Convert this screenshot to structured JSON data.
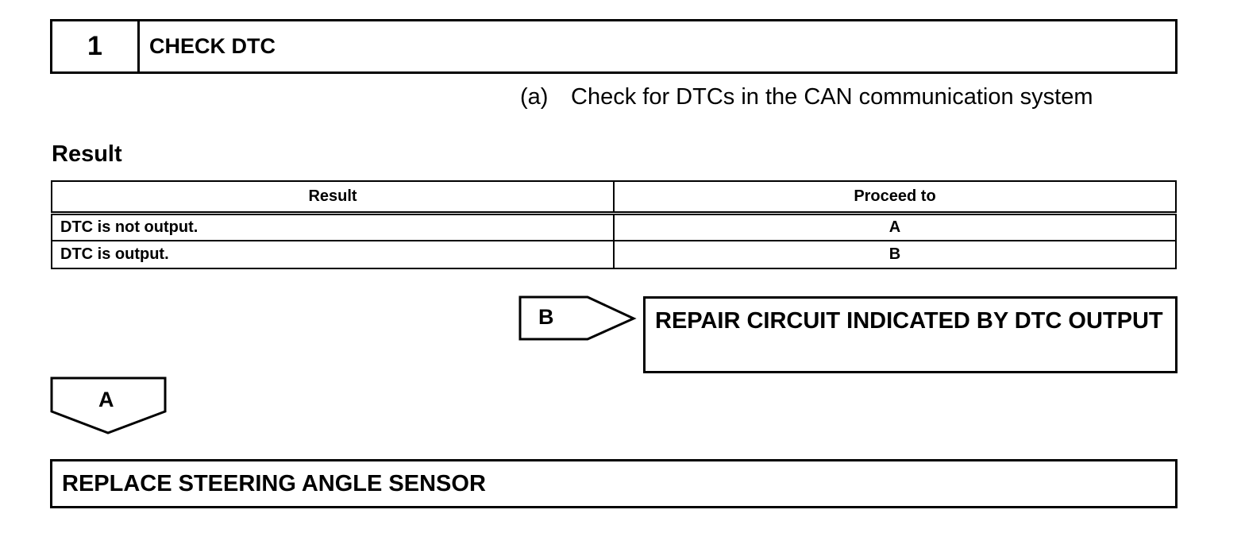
{
  "step": {
    "number": "1",
    "title": "CHECK DTC"
  },
  "instruction": {
    "marker": "(a)",
    "text": "Check for DTCs in the CAN communication system"
  },
  "result_heading": "Result",
  "result_table": {
    "headers": [
      "Result",
      "Proceed to"
    ],
    "rows": [
      {
        "condition": "DTC is not output.",
        "proceed": "A"
      },
      {
        "condition": "DTC is output.",
        "proceed": "B"
      }
    ]
  },
  "branch_b": {
    "label": "B",
    "action": "REPAIR CIRCUIT INDICATED BY DTC OUTPUT"
  },
  "branch_a": {
    "label": "A",
    "action": "REPLACE STEERING ANGLE SENSOR"
  }
}
